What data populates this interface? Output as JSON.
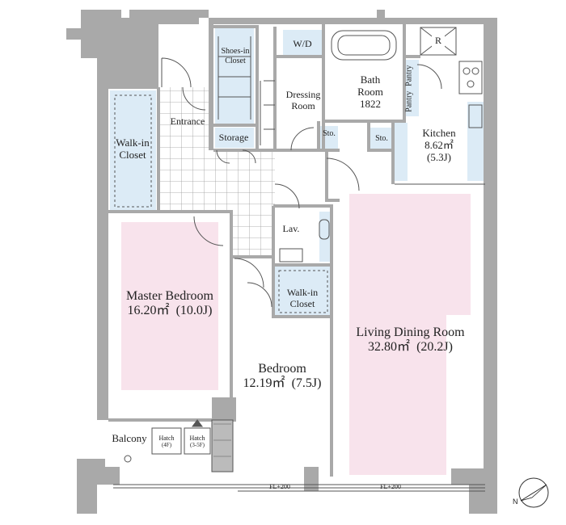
{
  "colors": {
    "wall": "#a9a9a9",
    "bedroom_fill": "#f8e3ec",
    "closet_fill": "#dcebf6",
    "tile_line": "#9a9a9a",
    "text": "#222222"
  },
  "rooms": {
    "master_bedroom": {
      "name": "Master Bedroom",
      "area": "16.20㎡",
      "tatami": "(10.0J)"
    },
    "bedroom": {
      "name": "Bedroom",
      "area": "12.19㎡",
      "tatami": "(7.5J)"
    },
    "living_dining": {
      "name": "Living Dining Room",
      "area": "32.80㎡",
      "tatami": "(20.2J)"
    },
    "kitchen": {
      "name": "Kitchen",
      "area": "8.62㎡",
      "tatami": "(5.3J)"
    },
    "bath": {
      "line1": "Bath",
      "line2": "Room",
      "size": "1822"
    },
    "dressing": {
      "line1": "Dressing",
      "line2": "Room"
    },
    "entrance": "Entrance",
    "storage": "Storage",
    "shoes_closet": {
      "line1": "Shoes-in",
      "line2": "Closet"
    },
    "walkin_master": {
      "line1": "Walk-in",
      "line2": "Closet"
    },
    "walkin_bedroom": {
      "line1": "Walk-in",
      "line2": "Closet"
    },
    "washer_dryer": "W/D",
    "sto_1": "Sto.",
    "sto_2": "Sto.",
    "refrigerator": "R",
    "pantry_1": "Pantry",
    "pantry_2": "Pantry",
    "lavatory": "Lav.",
    "balcony": "Balcony",
    "hatch_1": {
      "label": "Hatch",
      "floor": "(4F)"
    },
    "hatch_2": {
      "label": "Hatch",
      "floor": "(3-5F)"
    },
    "fl_1": "FL+200",
    "fl_2": "FL+200"
  },
  "compass_icon": "north-arrow-icon"
}
